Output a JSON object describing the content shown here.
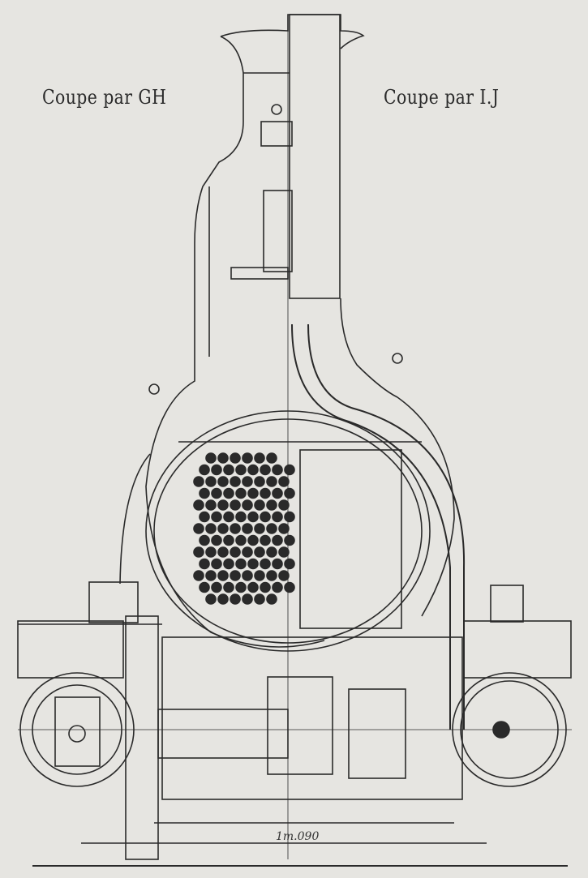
{
  "drawing": {
    "left_caption": "Coupe par GH",
    "right_caption": "Coupe par I.J",
    "dimension_label": "1m.090"
  },
  "colors": {
    "paper": "#e6e5e1",
    "ink": "#2a2a2a"
  }
}
